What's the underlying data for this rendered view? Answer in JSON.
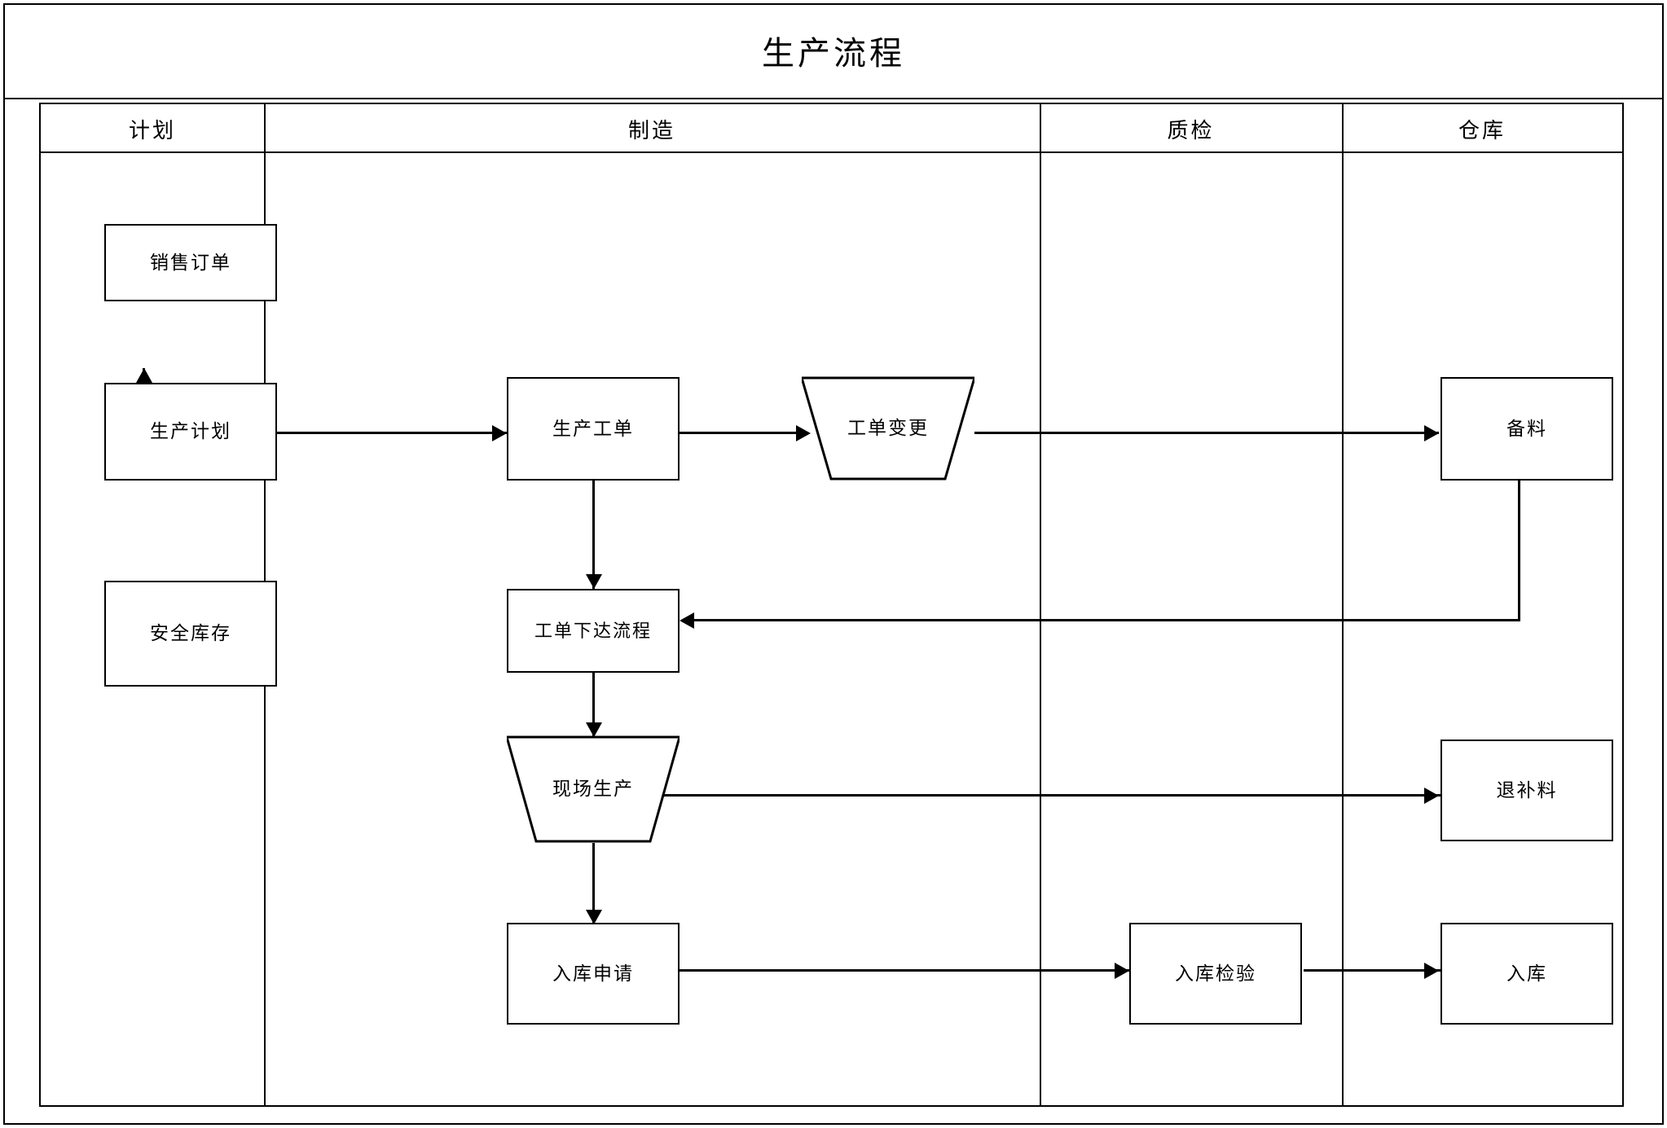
{
  "title": "生产流程",
  "lanes": [
    {
      "id": "plan",
      "label": "计划"
    },
    {
      "id": "manu",
      "label": "制造"
    },
    {
      "id": "qc",
      "label": "质检"
    },
    {
      "id": "wh",
      "label": "仓库"
    }
  ],
  "nodes": {
    "sales_order": {
      "label": "销售订单",
      "shape": "rect",
      "lane": "plan"
    },
    "production_plan": {
      "label": "生产计划",
      "shape": "rect",
      "lane": "plan"
    },
    "safety_stock": {
      "label": "安全库存",
      "shape": "rect",
      "lane": "plan"
    },
    "work_order": {
      "label": "生产工单",
      "shape": "rect",
      "lane": "manu"
    },
    "work_order_change": {
      "label": "工单变更",
      "shape": "trapezoid",
      "lane": "manu"
    },
    "wo_release": {
      "label": "工单下达流程",
      "shape": "rect",
      "lane": "manu"
    },
    "onsite_prod": {
      "label": "现场生产",
      "shape": "trapezoid",
      "lane": "manu"
    },
    "stockin_request": {
      "label": "入库申请",
      "shape": "rect",
      "lane": "manu"
    },
    "stockin_check": {
      "label": "入库检验",
      "shape": "rect",
      "lane": "qc"
    },
    "material_prep": {
      "label": "备料",
      "shape": "rect",
      "lane": "wh"
    },
    "material_return": {
      "label": "退补料",
      "shape": "rect",
      "lane": "wh"
    },
    "stock_in": {
      "label": "入库",
      "shape": "rect",
      "lane": "wh"
    }
  },
  "edges": [
    {
      "from": "sales_order",
      "to": "production_plan",
      "direction": "down"
    },
    {
      "from": "safety_stock",
      "to": "production_plan",
      "direction": "up"
    },
    {
      "from": "production_plan",
      "to": "work_order",
      "direction": "right"
    },
    {
      "from": "work_order",
      "to": "work_order_change",
      "direction": "right"
    },
    {
      "from": "work_order_change",
      "to": "material_prep",
      "direction": "right"
    },
    {
      "from": "work_order",
      "to": "wo_release",
      "direction": "down"
    },
    {
      "from": "material_prep",
      "to": "wo_release",
      "direction": "left"
    },
    {
      "from": "wo_release",
      "to": "onsite_prod",
      "direction": "down"
    },
    {
      "from": "onsite_prod",
      "to": "material_return",
      "direction": "right"
    },
    {
      "from": "onsite_prod",
      "to": "stockin_request",
      "direction": "down"
    },
    {
      "from": "stockin_request",
      "to": "stockin_check",
      "direction": "right"
    },
    {
      "from": "stockin_check",
      "to": "stock_in",
      "direction": "right"
    }
  ],
  "colors": {
    "line": "#000000",
    "background": "#ffffff",
    "text": "#000000"
  }
}
